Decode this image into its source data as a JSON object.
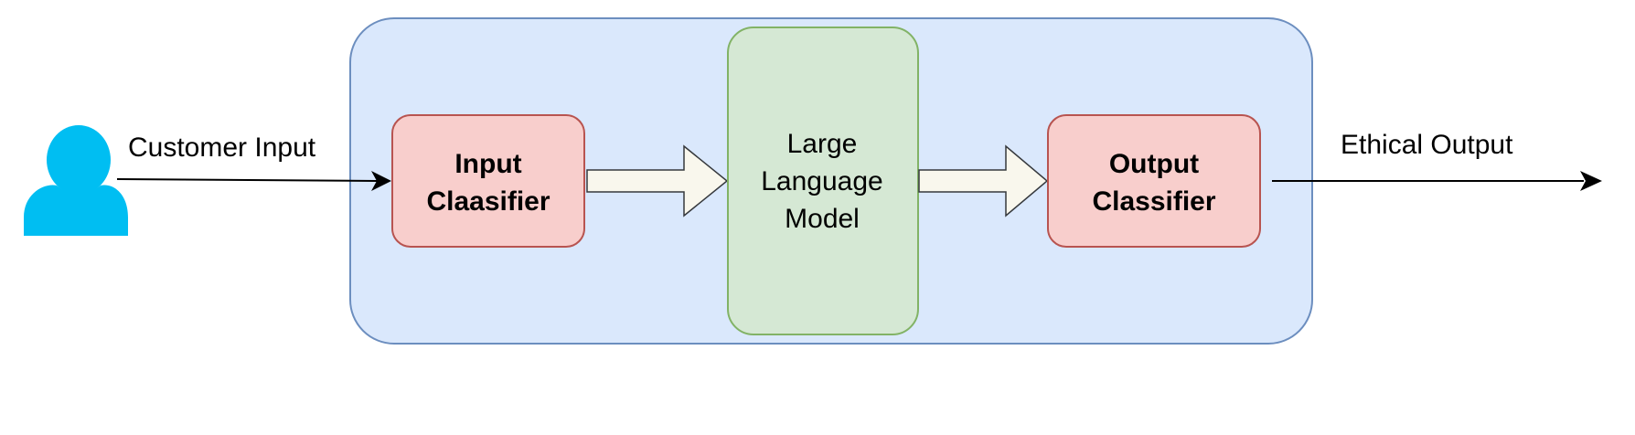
{
  "diagram": {
    "user": {
      "icon": "user-icon"
    },
    "edges": {
      "customer_input": "Customer Input",
      "ethical_output": "Ethical Output"
    },
    "nodes": {
      "input_classifier": {
        "line1": "Input",
        "line2": "Claasifier"
      },
      "llm": {
        "line1": "Large",
        "line2": "Language",
        "line3": "Model"
      },
      "output_classifier": {
        "line1": "Output",
        "line2": "Classifier"
      }
    },
    "colors": {
      "container_fill": "#dae8fc",
      "container_stroke": "#6c8ebf",
      "classifier_fill": "#f8cecc",
      "classifier_stroke": "#b85450",
      "llm_fill": "#d5e8d4",
      "llm_stroke": "#82b366",
      "block_arrow_fill": "#f9f7ed",
      "user_icon": "#00bef2"
    }
  }
}
